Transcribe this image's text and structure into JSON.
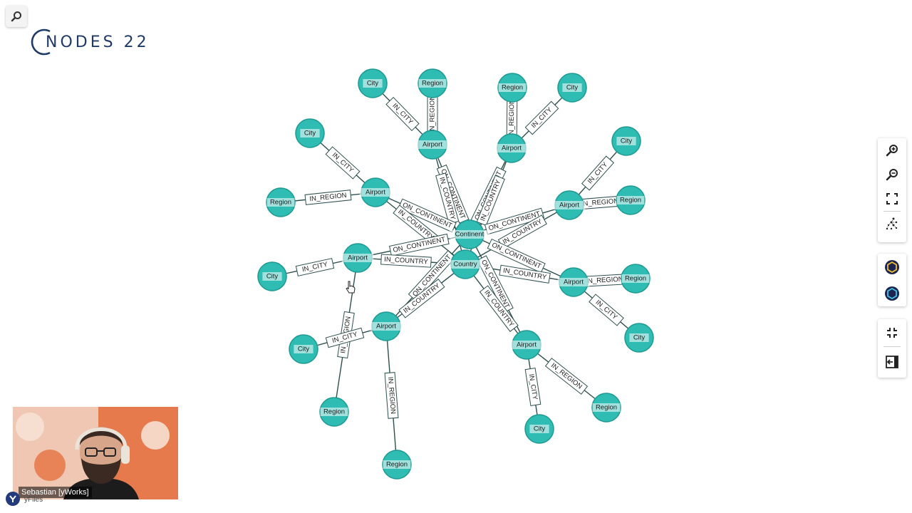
{
  "logo": {
    "text": "NODES 22"
  },
  "presenter": {
    "name": "Sebastian [yWorks]",
    "brand": "yFiles"
  },
  "toolbar": {
    "tools": [
      {
        "name": "zoom-in",
        "icon": "zoom-in-icon"
      },
      {
        "name": "zoom-out",
        "icon": "zoom-out-icon"
      },
      {
        "name": "fit-content",
        "icon": "fit-content-icon"
      },
      {
        "name": "layout",
        "icon": "layout-icon"
      },
      {
        "name": "neo4j-style-1",
        "icon": "hexagon-icon"
      },
      {
        "name": "neo4j-style-2",
        "icon": "hexagon-icon"
      },
      {
        "name": "collapse",
        "icon": "collapse-icon"
      },
      {
        "name": "exit",
        "icon": "exit-icon"
      }
    ]
  },
  "colors": {
    "node_fill": "#2ebcb3",
    "node_stroke": "#1e9a92",
    "edge": "#2f4f4f",
    "logo": "#1f3a66"
  },
  "graph": {
    "nodes": [
      {
        "id": "continent",
        "label": "Continent"
      },
      {
        "id": "country",
        "label": "Country"
      },
      {
        "id": "a1",
        "label": "Airport"
      },
      {
        "id": "c1",
        "label": "City"
      },
      {
        "id": "r1",
        "label": "Region"
      },
      {
        "id": "a2",
        "label": "Airport"
      },
      {
        "id": "c2",
        "label": "City"
      },
      {
        "id": "r2",
        "label": "Region"
      },
      {
        "id": "a3",
        "label": "Airport"
      },
      {
        "id": "c3",
        "label": "City"
      },
      {
        "id": "r3",
        "label": "Region"
      },
      {
        "id": "a4",
        "label": "Airport"
      },
      {
        "id": "c4",
        "label": "City"
      },
      {
        "id": "r4",
        "label": "Region"
      },
      {
        "id": "a5",
        "label": "Airport"
      },
      {
        "id": "c5",
        "label": "City"
      },
      {
        "id": "r5",
        "label": "Region"
      },
      {
        "id": "a6",
        "label": "Airport"
      },
      {
        "id": "c6",
        "label": "City"
      },
      {
        "id": "r6",
        "label": "Region"
      },
      {
        "id": "a7",
        "label": "Airport"
      },
      {
        "id": "c7",
        "label": "City"
      },
      {
        "id": "r7",
        "label": "Region"
      },
      {
        "id": "a8",
        "label": "Airport"
      },
      {
        "id": "c8",
        "label": "City"
      },
      {
        "id": "r8",
        "label": "Region"
      }
    ],
    "edges": [
      {
        "from": "a1",
        "to": "c1",
        "label": "IN_CITY"
      },
      {
        "from": "a1",
        "to": "r1",
        "label": "IN_REGION"
      },
      {
        "from": "a1",
        "to": "continent",
        "label": "ON_CONTINENT"
      },
      {
        "from": "a1",
        "to": "country",
        "label": "IN_COUNTRY"
      },
      {
        "from": "a2",
        "to": "c2",
        "label": "IN_CITY"
      },
      {
        "from": "a2",
        "to": "r2",
        "label": "IN_REGION"
      },
      {
        "from": "a2",
        "to": "continent",
        "label": "ON_CONTINENT"
      },
      {
        "from": "a2",
        "to": "country",
        "label": "IN_COUNTRY"
      },
      {
        "from": "a3",
        "to": "c3",
        "label": "IN_CITY"
      },
      {
        "from": "a3",
        "to": "r3",
        "label": "IN_REGION"
      },
      {
        "from": "a3",
        "to": "continent",
        "label": "ON_CONTINENT"
      },
      {
        "from": "a3",
        "to": "country",
        "label": "IN_COUNTRY"
      },
      {
        "from": "a4",
        "to": "c4",
        "label": "IN_CITY"
      },
      {
        "from": "a4",
        "to": "r4",
        "label": "IN_REGION"
      },
      {
        "from": "a4",
        "to": "continent",
        "label": "ON_CONTINENT"
      },
      {
        "from": "a4",
        "to": "country",
        "label": "IN_COUNTRY"
      },
      {
        "from": "a5",
        "to": "c5",
        "label": "IN_CITY"
      },
      {
        "from": "a5",
        "to": "r5",
        "label": "IN_REGION"
      },
      {
        "from": "a5",
        "to": "continent",
        "label": "ON_CONTINENT"
      },
      {
        "from": "a5",
        "to": "country",
        "label": "IN_COUNTRY"
      },
      {
        "from": "a6",
        "to": "c6",
        "label": "IN_CITY"
      },
      {
        "from": "a6",
        "to": "r6",
        "label": "IN_REGION"
      },
      {
        "from": "a6",
        "to": "continent",
        "label": "ON_CONTINENT"
      },
      {
        "from": "a6",
        "to": "country",
        "label": "IN_COUNTRY"
      },
      {
        "from": "a7",
        "to": "c7",
        "label": "IN_CITY"
      },
      {
        "from": "a7",
        "to": "r7",
        "label": "IN_REGION"
      },
      {
        "from": "a7",
        "to": "continent",
        "label": "ON_CONTINENT"
      },
      {
        "from": "a7",
        "to": "country",
        "label": "IN_COUNTRY"
      },
      {
        "from": "a8",
        "to": "c8",
        "label": "IN_CITY"
      },
      {
        "from": "a8",
        "to": "r8",
        "label": "IN_REGION"
      },
      {
        "from": "a8",
        "to": "continent",
        "label": "ON_CONTINENT"
      },
      {
        "from": "a8",
        "to": "country",
        "label": "IN_COUNTRY"
      }
    ]
  }
}
